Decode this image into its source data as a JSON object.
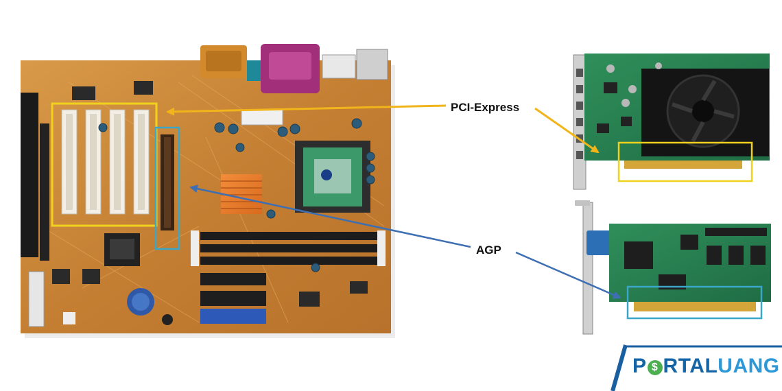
{
  "labels": {
    "pci_express": "PCI-Express",
    "agp": "AGP"
  },
  "logo": {
    "part1": "P",
    "coin": "$",
    "part2": "RTAL",
    "part3": "UANG"
  },
  "colors": {
    "pcb": "#c98a3a",
    "pci_highlight": "#f0d21e",
    "agp_highlight": "#3aa6c8",
    "arrow_yellow": "#f1b51b",
    "arrow_blue": "#3f6fb3",
    "logo_dark_blue": "#1565a6",
    "logo_light_blue": "#2e97d6",
    "logo_green": "#4caf50"
  }
}
